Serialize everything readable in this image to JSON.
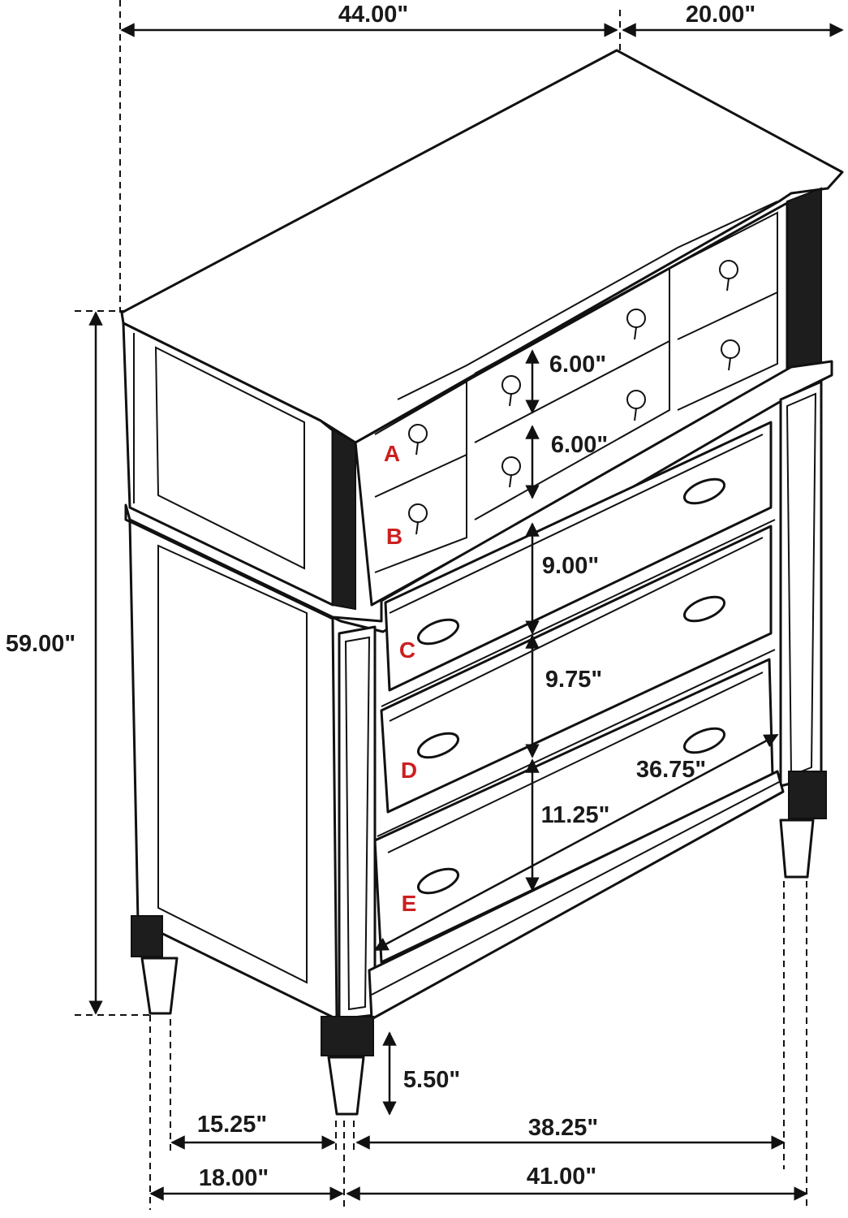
{
  "dimensions": {
    "width_top": "44.00\"",
    "depth_top": "20.00\"",
    "height_total": "59.00\"",
    "drawer_a_height": "6.00\"",
    "drawer_b_height": "6.00\"",
    "drawer_c_height": "9.00\"",
    "drawer_d_height": "9.75\"",
    "drawer_e_height": "11.25\"",
    "drawer_inner_width": "36.75\"",
    "leg_height": "5.50\"",
    "side_inner_depth": "15.25\"",
    "side_outer_depth": "18.00\"",
    "front_inner_width": "38.25\"",
    "front_outer_width": "41.00\""
  },
  "drawer_labels": [
    "A",
    "B",
    "C",
    "D",
    "E"
  ],
  "colors": {
    "label_red": "#cc1f1f",
    "line": "#111111"
  }
}
